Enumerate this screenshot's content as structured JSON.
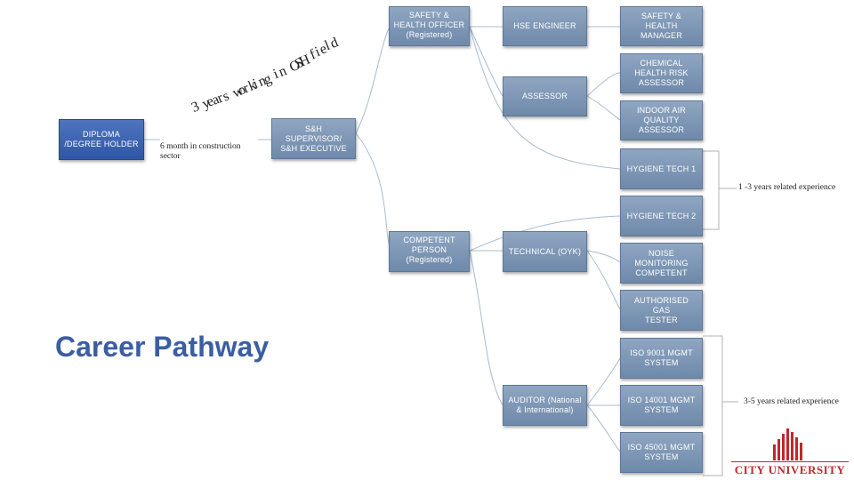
{
  "title": "Career Pathway",
  "arc_text": "3 years working in OSH field",
  "arc_chars": [
    "3",
    " ",
    "y",
    "e",
    "a",
    "r",
    "s",
    " ",
    "w",
    "o",
    "r",
    "k",
    "i",
    "n",
    "g",
    " ",
    "i",
    "n",
    " ",
    "O",
    "S",
    "H",
    " ",
    "f",
    "i",
    "e",
    "l",
    "d"
  ],
  "boxes": {
    "diploma": "DIPLOMA\n/DEGREE HOLDER",
    "supervisor": "S&H\nSUPERVISOR/\nS&H EXECUTIVE",
    "officer": "SAFETY &\nHEALTH OFFICER\n(Registered)",
    "hse": "HSE ENGINEER",
    "assessor": "ASSESSOR",
    "manager": "SAFETY &\nHEALTH\nMANAGER",
    "chra": "CHEMICAL\nHEALTH RISK\nASSESSOR",
    "iaq": "INDOOR AIR\nQUALITY\nASSESSOR",
    "ht1": "HYGIENE TECH 1",
    "ht2": "HYGIENE TECH 2",
    "competent": "COMPETENT\nPERSON\n(Registered)",
    "technical": "TECHNICAL (OYK)",
    "noise": "NOISE\nMONITORING\nCOMPETENT",
    "gas": "AUTHORISED GAS\nTESTER",
    "auditor": "AUDITOR (National\n& International)",
    "iso9001": "ISO 9001 MGMT\nSYSTEM",
    "iso14001": "ISO 14001 MGMT\nSYSTEM",
    "iso45001": "ISO 45001 MGMT\nSYSTEM"
  },
  "notes": {
    "construction": "6 month in construction\nsector",
    "exp1": "1 -3 years related experience",
    "exp2": "3-5 years related experience"
  },
  "logo": {
    "name": "CITY UNIVERSITY",
    "color": "#c0282d"
  },
  "colors": {
    "box": "#7f97b6",
    "box_dark": "#3a62b3",
    "title": "#3b5ea3",
    "line": "#a8bccd"
  }
}
